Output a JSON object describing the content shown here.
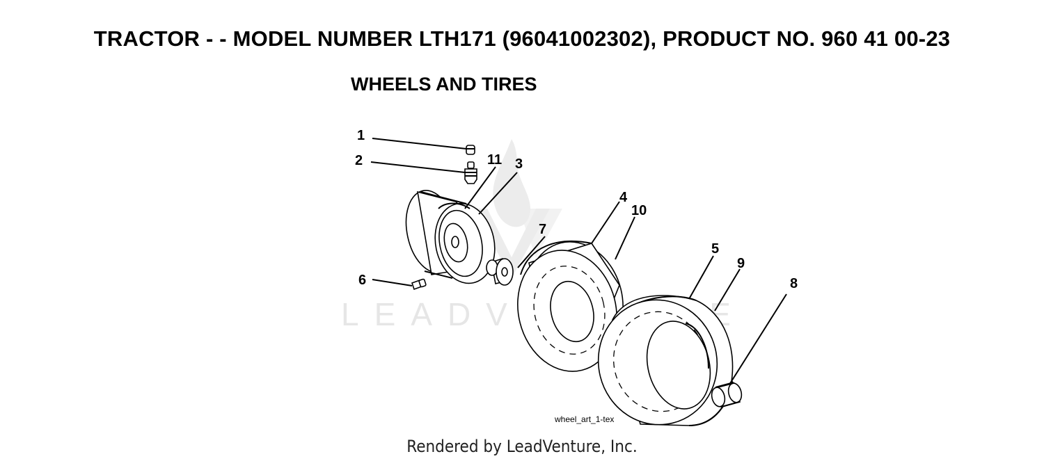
{
  "header": {
    "title": "TRACTOR - - MODEL NUMBER LTH171 (96041002302), PRODUCT NO. 960 41 00-23",
    "subtitle": "WHEELS AND TIRES"
  },
  "diagram": {
    "callouts": [
      "1",
      "2",
      "3",
      "4",
      "5",
      "6",
      "7",
      "8",
      "9",
      "10",
      "11"
    ],
    "art_reference": "wheel_art_1-tex",
    "watermark": "LEADVENTURE"
  },
  "footer": {
    "text": "Rendered by LeadVenture, Inc."
  }
}
